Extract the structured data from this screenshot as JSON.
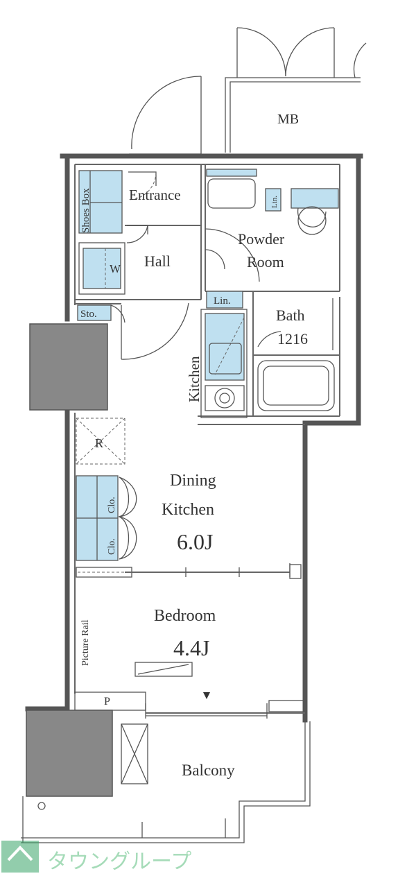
{
  "rooms": {
    "mb": "MB",
    "shoes_box": "Shoes Box",
    "entrance": "Entrance",
    "hall": "Hall",
    "w": "W",
    "powder_room_line1": "Powder",
    "powder_room_line2": "Room",
    "lin_powder": "Lin.",
    "lin_hall": "Lin.",
    "sto": "Sto.",
    "bath": "Bath",
    "bath_size": "1216",
    "kitchen": "Kitchen",
    "r": "R",
    "dining_line1": "Dining",
    "dining_line2": "Kitchen",
    "dining_size": "6.0J",
    "clo_1": "Clo.",
    "clo_2": "Clo.",
    "picture_rail": "Picture Rail",
    "bedroom": "Bedroom",
    "bedroom_size": "4.4J",
    "p": "P",
    "balcony": "Balcony"
  },
  "watermark": "タウングループ"
}
